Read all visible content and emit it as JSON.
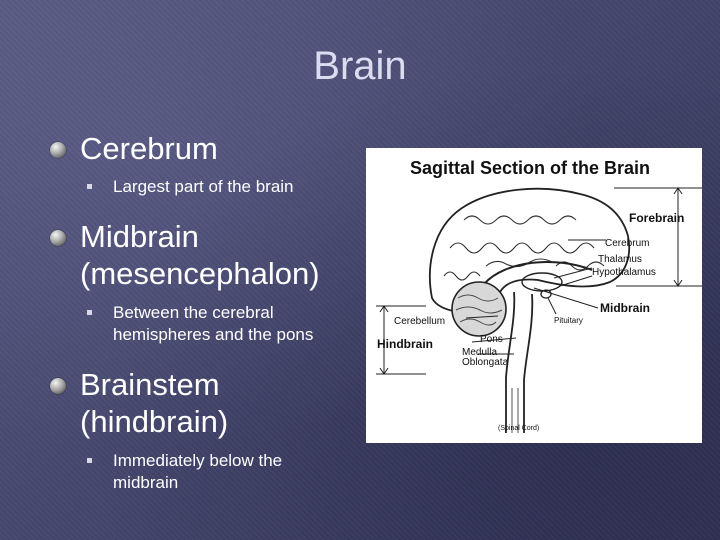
{
  "slide": {
    "title": "Brain",
    "bullets": [
      {
        "text": "Cerebrum",
        "sub": [
          "Largest part of the brain"
        ]
      },
      {
        "text": "Midbrain (mesencephalon)",
        "sub": [
          "Between the cerebral hemispheres and the pons"
        ]
      },
      {
        "text": "Brainstem (hindbrain)",
        "sub": [
          "Immediately below the midbrain"
        ]
      }
    ]
  },
  "figure": {
    "title": "Sagittal Section of the Brain",
    "labels": {
      "forebrain": "Forebrain",
      "cerebrum": "Cerebrum",
      "thalamus": "Thalamus",
      "hypothalamus": "Hypothalamus",
      "midbrain": "Midbrain",
      "cerebellum": "Cerebellum",
      "pituitary": "Pituitary",
      "hindbrain": "Hindbrain",
      "pons": "Pons",
      "medulla": "Medulla",
      "oblongata": "Oblongata",
      "spinal_cord": "(Spinal Cord)"
    }
  }
}
